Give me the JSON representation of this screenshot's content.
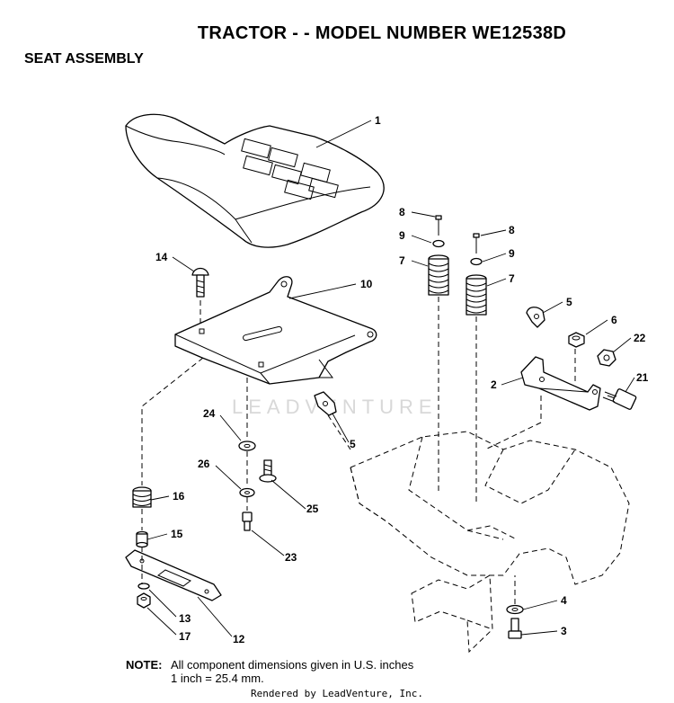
{
  "title": "TRACTOR - - MODEL NUMBER WE12538D",
  "subtitle": "SEAT ASSEMBLY",
  "watermark": "LEADVENTURE",
  "note": {
    "label": "NOTE:",
    "line1": "All component dimensions given in U.S. inches",
    "line2": "1 inch = 25.4 mm."
  },
  "footer": "Rendered by LeadVenture, Inc.",
  "callouts": {
    "c1": "1",
    "c2": "2",
    "c3": "3",
    "c4": "4",
    "c5a": "5",
    "c5b": "5",
    "c6": "6",
    "c7a": "7",
    "c7b": "7",
    "c8a": "8",
    "c8b": "8",
    "c9a": "9",
    "c9b": "9",
    "c10": "10",
    "c12": "12",
    "c13": "13",
    "c14": "14",
    "c15": "15",
    "c16": "16",
    "c17": "17",
    "c21": "21",
    "c22": "22",
    "c23": "23",
    "c24": "24",
    "c25": "25",
    "c26": "26"
  }
}
